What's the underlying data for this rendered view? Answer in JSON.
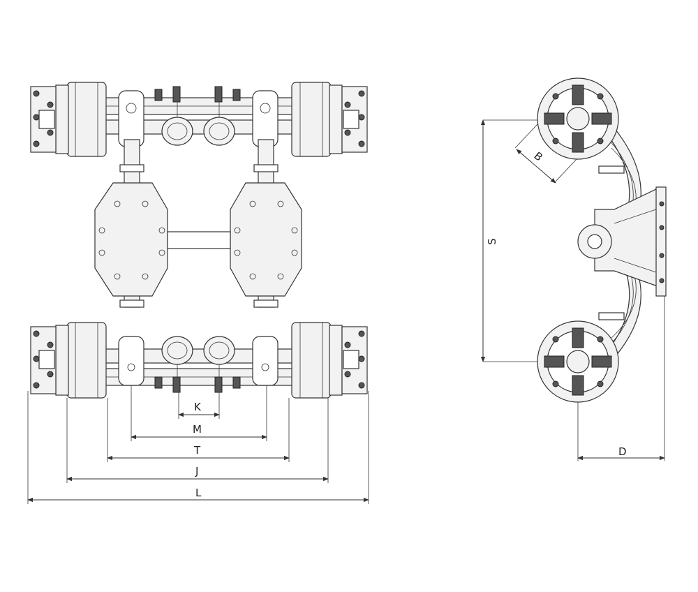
{
  "dimensions": {
    "K": "K",
    "M": "M",
    "T": "T",
    "J": "J",
    "L": "L",
    "S": "S",
    "B": "B",
    "D": "D"
  }
}
